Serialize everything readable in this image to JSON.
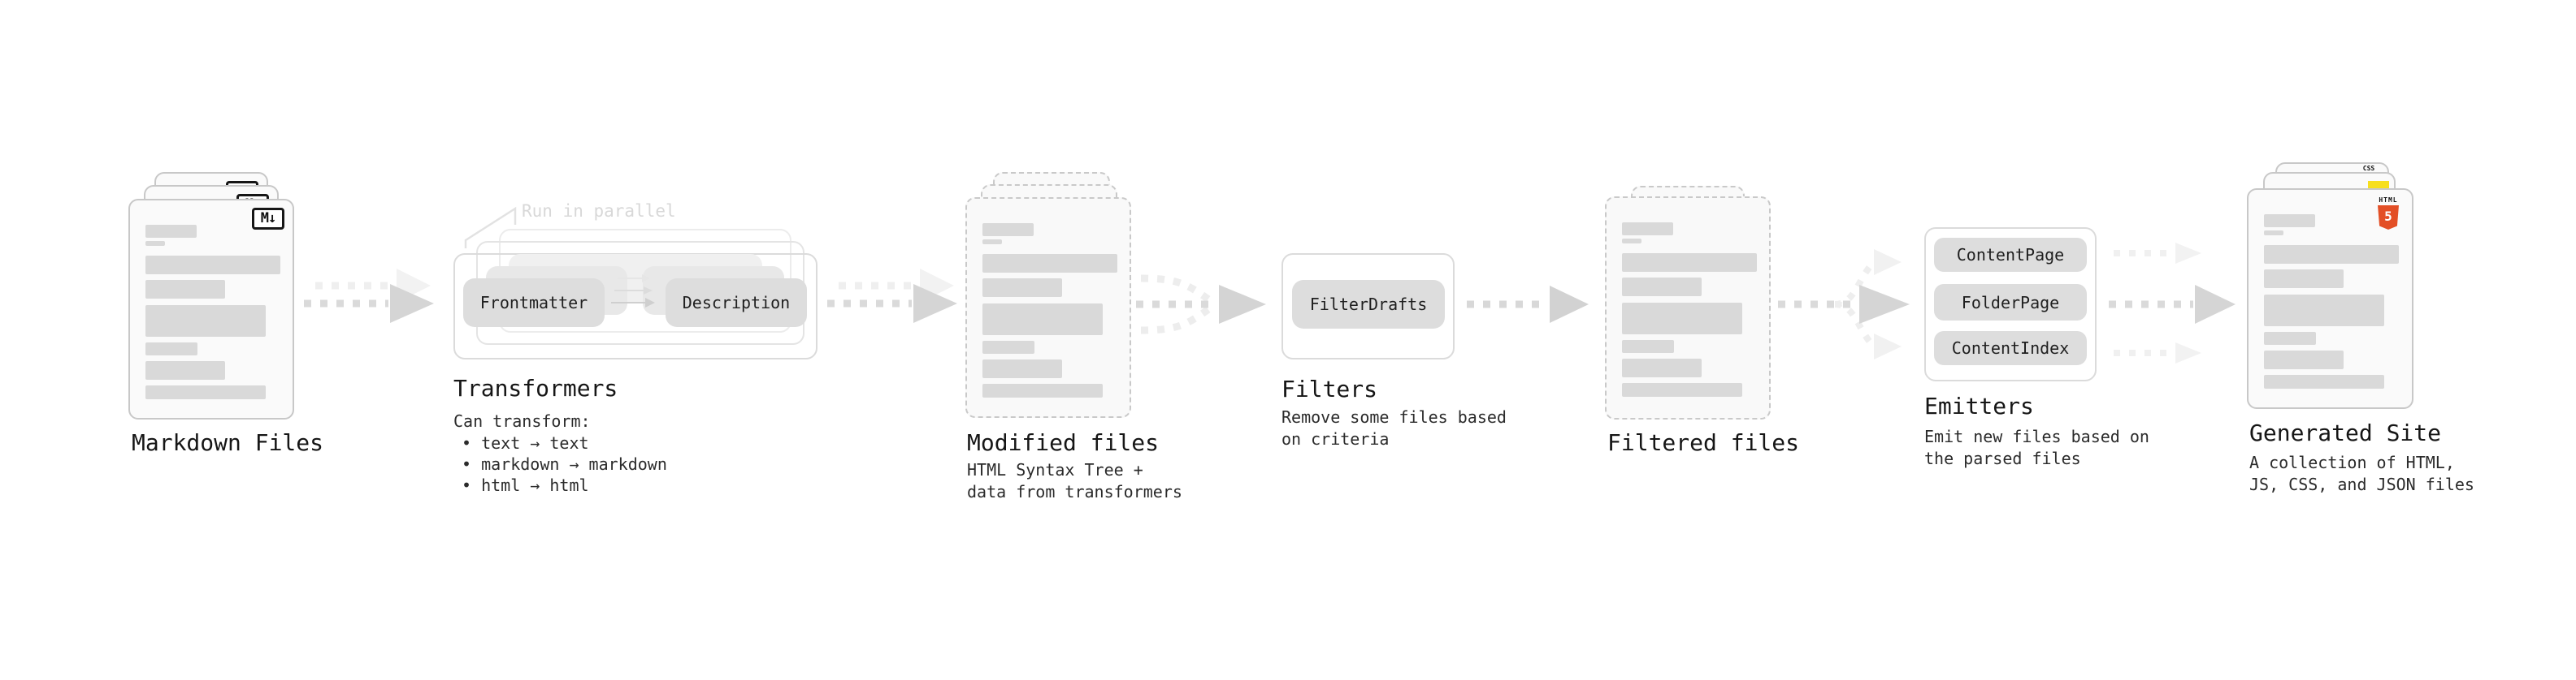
{
  "stages": {
    "markdown_files": {
      "label": "Markdown Files",
      "badge": "M↓"
    },
    "transformers": {
      "callout": "Run in parallel",
      "input_pill": "Frontmatter",
      "output_pill": "Description",
      "title": "Transformers",
      "subtitle": "Can transform:",
      "bullets": [
        "• text → text",
        "• markdown → markdown",
        "• html → html"
      ]
    },
    "modified_files": {
      "label": "Modified files",
      "description": "HTML Syntax Tree +\ndata from transformers"
    },
    "filters": {
      "pill": "FilterDrafts",
      "title": "Filters",
      "description": "Remove some files based\non criteria"
    },
    "filtered_files": {
      "label": "Filtered files"
    },
    "emitters": {
      "pills": [
        "ContentPage",
        "FolderPage",
        "ContentIndex"
      ],
      "title": "Emitters",
      "description": "Emit new files based on\nthe parsed files"
    },
    "generated_site": {
      "label": "Generated Site",
      "description": "A collection of HTML,\nJS, CSS, and JSON files",
      "badges": {
        "css": "CSS",
        "html_word": "HTML",
        "html_number": "5"
      }
    }
  },
  "colors": {
    "html_orange": "#e34f26",
    "js_yellow": "#f7df1e",
    "css_blue": "#2965f1"
  }
}
